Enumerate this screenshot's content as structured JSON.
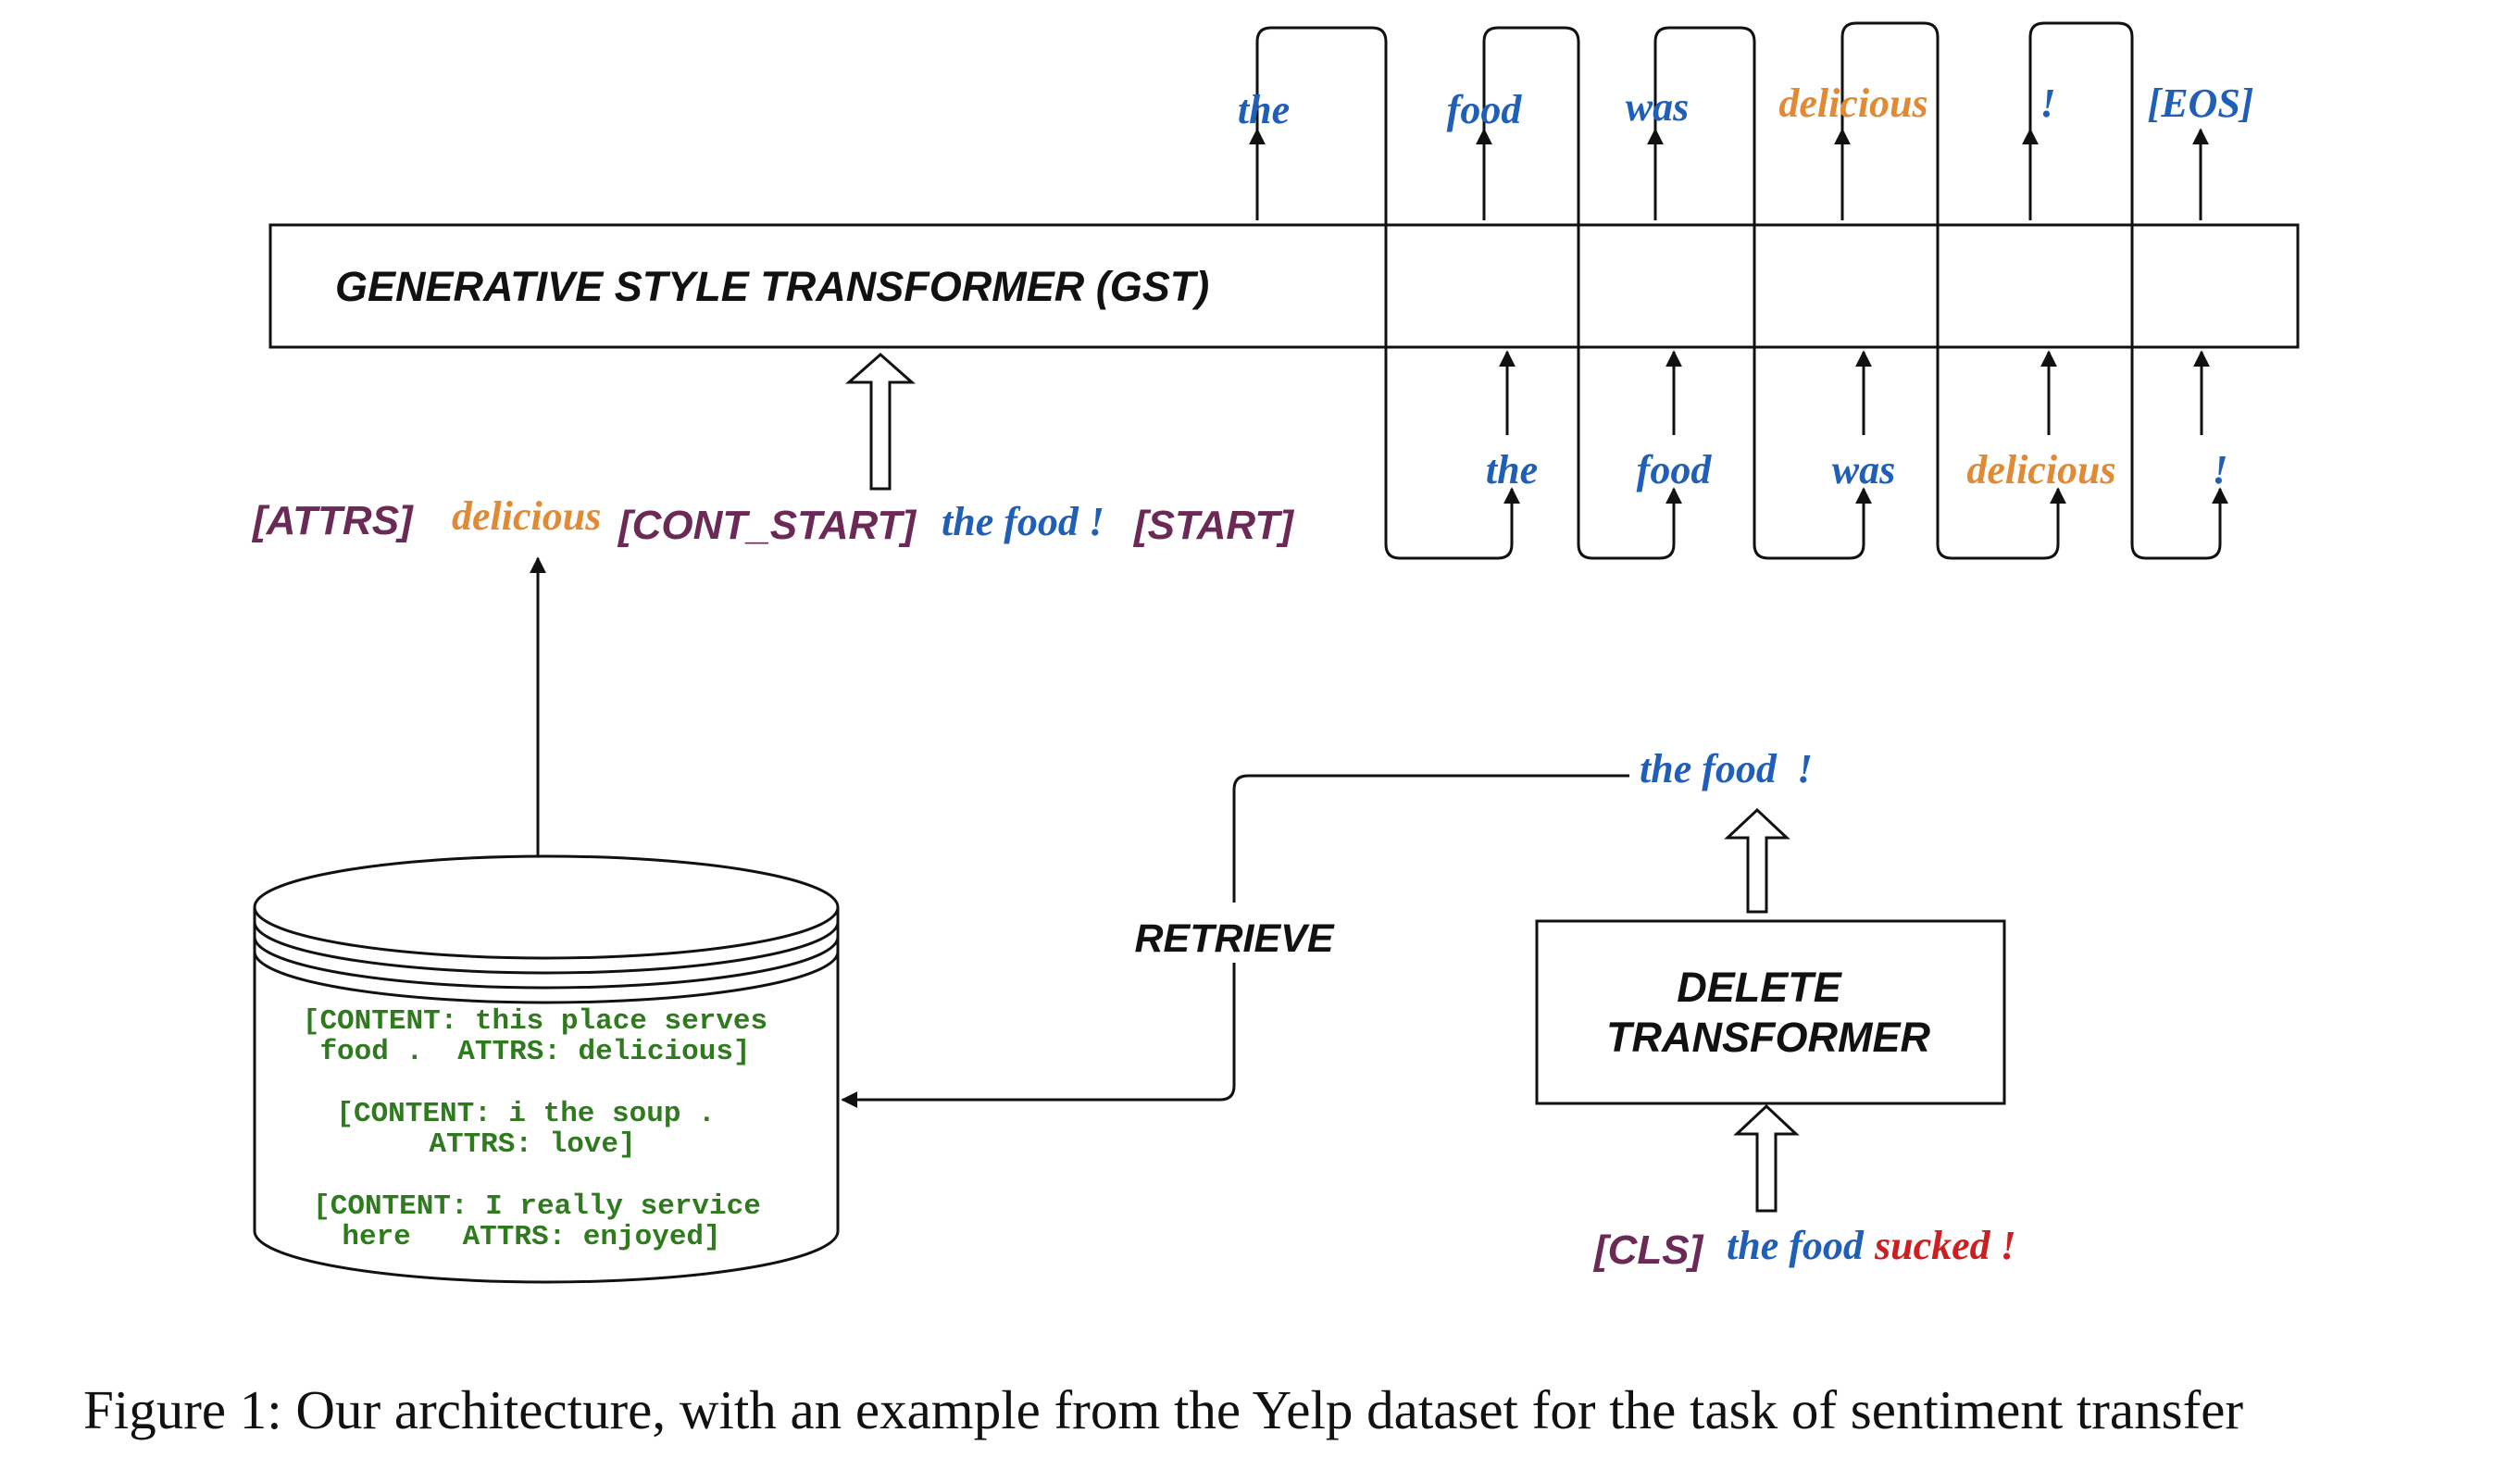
{
  "colors": {
    "line": "#111111",
    "word_blue": "#1f5fb8",
    "word_orange": "#e08a35",
    "token_purple": "#6a2a55",
    "db_green": "#2f7a1f",
    "negative_red": "#cc1f1f"
  },
  "gst": {
    "label": "GENERATIVE STYLE TRANSFORMER (GST)",
    "outputs": [
      "the",
      "food",
      "was",
      "delicious",
      "!",
      "[EOS]"
    ],
    "feedback_inputs": [
      "the",
      "food",
      "was",
      "delicious",
      "!"
    ]
  },
  "input_sequence": {
    "attrs_token": "[ATTRS]",
    "attr_word": "delicious",
    "cont_start_token": "[CONT_START]",
    "content": "the food !",
    "start_token": "[START]"
  },
  "database": {
    "entries": [
      [
        "[CONTENT: this place serves",
        "food .  ATTRS: delicious]"
      ],
      [
        "[CONTENT: i the soup .",
        "ATTRS: love]"
      ],
      [
        "[CONTENT: I really service",
        "here   ATTRS: enjoyed]"
      ]
    ]
  },
  "retrieve_label": "RETRIEVE",
  "delete_transformer": {
    "label_line1": "DELETE",
    "label_line2": "TRANSFORMER",
    "output": "the food  !",
    "input_cls": "[CLS]",
    "input_content": "the food",
    "input_attr": "sucked !"
  },
  "caption": "Figure 1: Our architecture, with an example from the Yelp dataset for the task of sentiment transfer"
}
